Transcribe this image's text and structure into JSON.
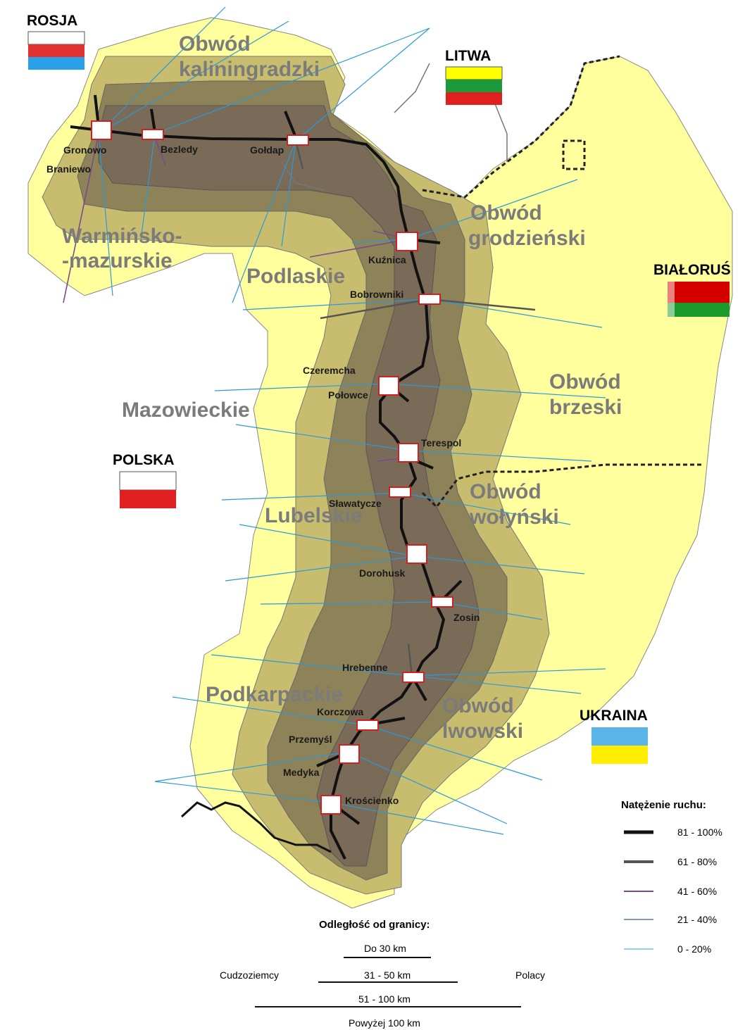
{
  "countries": {
    "russia": {
      "label": "ROSJA",
      "flag": [
        "#ffffff",
        "#e03030",
        "#2aa0e8"
      ]
    },
    "lithuania": {
      "label": "LITWA",
      "flag": [
        "#ffff00",
        "#1a9a3a",
        "#e02020"
      ]
    },
    "belarus": {
      "label": "BIAŁORUŚ",
      "flag": [
        "#d40000",
        "#1a9a2a"
      ]
    },
    "poland": {
      "label": "POLSKA",
      "flag": [
        "#ffffff",
        "#e02020"
      ]
    },
    "ukraine": {
      "label": "UKRAINA",
      "flag": [
        "#5ab4ea",
        "#ffee00"
      ]
    }
  },
  "regions": {
    "kaliningrad_1": "Obwód",
    "kaliningrad_2": "kaliningradzki",
    "warminsko_1": "Warmińsko-",
    "warminsko_2": "-mazurskie",
    "podlaskie": "Podlaskie",
    "grodno_1": "Obwód",
    "grodno_2": "grodzieński",
    "brest_1": "Obwód",
    "brest_2": "brzeski",
    "mazowieckie": "Mazowieckie",
    "lubelskie": "Lubelskie",
    "volyn_1": "Obwód",
    "volyn_2": "wołyński",
    "podkarpackie": "Podkarpackie",
    "lviv_1": "Obwód",
    "lviv_2": "lwowski"
  },
  "crossings": {
    "gronowo": "Gronowo",
    "braniewo": "Braniewo",
    "bezledy": "Bezledy",
    "goldap": "Gołdap",
    "kuznica": "Kuźnica",
    "bobrowniki": "Bobrowniki",
    "czeremcha": "Czeremcha",
    "polowce": "Połowce",
    "terespol": "Terespol",
    "slawatycze": "Sławatycze",
    "dorohusk": "Dorohusk",
    "zosin": "Zosin",
    "hrebenne": "Hrebenne",
    "korczowa": "Korczowa",
    "przemysl": "Przemyśl",
    "medyka": "Medyka",
    "kroscienko": "Krościenko"
  },
  "legend": {
    "title": "Natężenie ruchu:",
    "items": [
      {
        "label": "81 - 100%",
        "color": "#111111"
      },
      {
        "label": "61 - 80%",
        "color": "#555555"
      },
      {
        "label": "41 - 60%",
        "color": "#7a4a8a"
      },
      {
        "label": "21 - 40%",
        "color": "#5a78a8"
      },
      {
        "label": "0 - 20%",
        "color": "#2a9ad8"
      }
    ]
  },
  "distance_scale": {
    "title": "Odległość od granicy:",
    "band_1": "Do 30 km",
    "band_2": "31 - 50 km",
    "band_3": "51 - 100 km",
    "band_4": "Powyżej 100 km",
    "left_label": "Cudzoziemcy",
    "right_label": "Polacy"
  },
  "colors": {
    "zone_outer": "#ffff9e",
    "zone_100km": "#c8bd6e",
    "zone_50km": "#8e8258",
    "zone_30km": "#7a6a58",
    "flow_low": "#2a9ad8"
  }
}
